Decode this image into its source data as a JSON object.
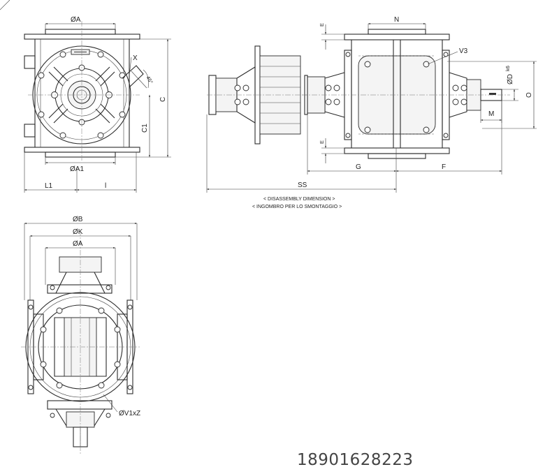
{
  "labels": {
    "dia_a": "ØA",
    "x": "X",
    "angle_45": "45°",
    "c": "C",
    "c1": "C1",
    "dia_a1": "ØA1",
    "l1": "L1",
    "l": "l",
    "e_top": "E",
    "n": "N",
    "v3": "V3",
    "dia_d": "ØD",
    "k6": "k6",
    "o": "O",
    "m": "M",
    "e_bottom": "E",
    "g": "G",
    "f": "F",
    "ss": "SS",
    "disassembly_en": "< DISASSEMBLY DIMENSION >",
    "disassembly_it": "< INGOMBRO PER LO SMONTAGGIO >",
    "dia_b": "ØB",
    "dia_k": "ØK",
    "dia_a_bottom": "ØA",
    "v1xz": "ØV1xZ"
  },
  "watermark_phone": "18901628223"
}
